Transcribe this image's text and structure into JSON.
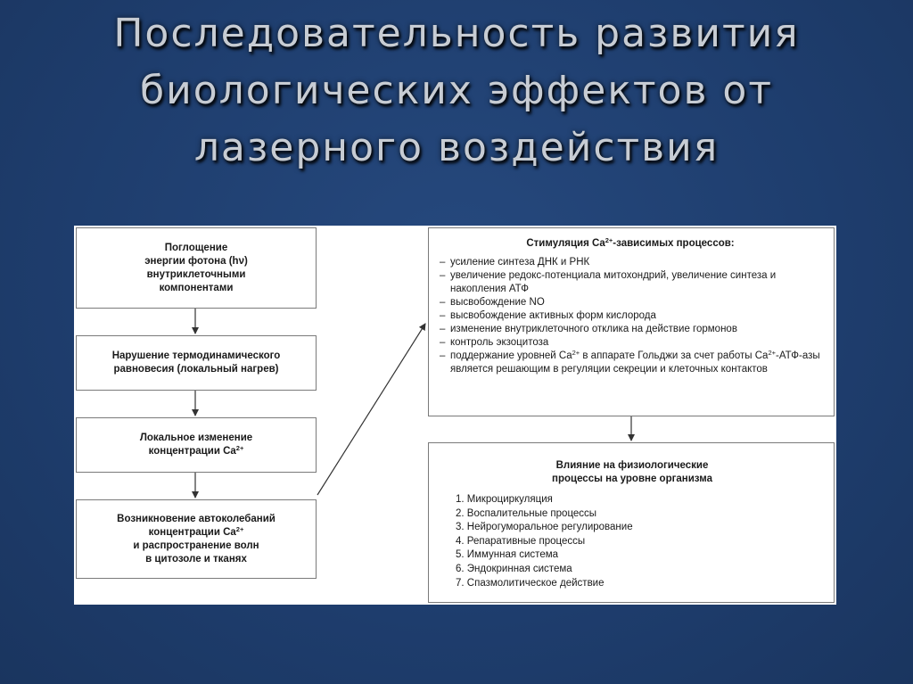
{
  "slide": {
    "title_lines": [
      "Последовательность развития",
      "биологических эффектов от",
      "лазерного воздействия"
    ]
  },
  "diagram": {
    "box_absorption": {
      "lines": [
        "Поглощение",
        "энергии фотона (hν)",
        "внутриклеточными",
        "компонентами"
      ]
    },
    "box_equilibrium": {
      "lines": [
        "Нарушение термодинамического",
        "равновесия (локальный нагрев)"
      ]
    },
    "box_ca_change": {
      "line1": "Локальное изменение",
      "line2_prefix": "концентрации Ca",
      "line2_sup": "2+"
    },
    "box_oscillations": {
      "line1": "Возникновение автоколебаний",
      "line2_prefix": "концентрации Ca",
      "line2_sup": "2+",
      "line3": "и распространение волн",
      "line4": "в цитозоле и тканях"
    },
    "box_stimulation": {
      "heading_prefix": "Стимуляция Ca",
      "heading_sup": "2+",
      "heading_suffix": "-зависимых процессов:",
      "items": [
        "усиление синтеза ДНК и РНК",
        "увеличение редокс-потенциала митохондрий, увеличение синтеза и накопления АТФ",
        "высвобождение NO",
        "высвобождение активных форм кислорода",
        "изменение внутриклеточного отклика на действие гормонов",
        "контроль экзоцитоза"
      ],
      "last_item": {
        "part1": "поддержание уровней Ca",
        "sup1": "2+",
        "part2": " в аппарате Гольджи за счет работы Ca",
        "sup2": "2+",
        "part3": "-АТФ-азы является решающим в регуляции секреции и клеточных контактов"
      }
    },
    "box_physiology": {
      "heading_lines": [
        "Влияние на физиологические",
        "процессы на уровне организма"
      ],
      "items": [
        "1. Микроциркуляция",
        "2. Воспалительные процессы",
        "3. Нейрогуморальное регулирование",
        "4. Репаративные процессы",
        "5. Иммунная система",
        "6. Эндокринная система",
        "7. Спазмолитическое действие"
      ]
    }
  }
}
